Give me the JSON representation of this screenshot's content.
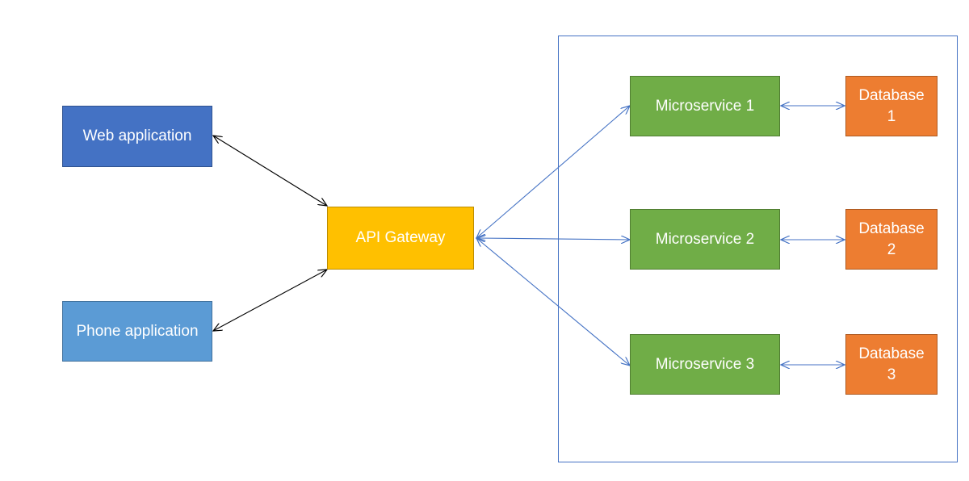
{
  "colors": {
    "web_app": "#4472c4",
    "web_app_border": "#2f528f",
    "phone_app": "#5b9bd5",
    "phone_app_border": "#41719c",
    "gateway": "#ffc000",
    "gateway_border": "#bc8c00",
    "microservice": "#70ad47",
    "microservice_border": "#507e32",
    "database": "#ed7d31",
    "database_border": "#ae5a21",
    "client_arrow": "#000000",
    "service_arrow": "#4472c4",
    "boundary": "#4472c4"
  },
  "clients": {
    "web": {
      "label": "Web application"
    },
    "phone": {
      "label": "Phone application"
    }
  },
  "gateway": {
    "label": "API Gateway"
  },
  "microservices": [
    {
      "label": "Microservice 1"
    },
    {
      "label": "Microservice 2"
    },
    {
      "label": "Microservice 3"
    }
  ],
  "databases": [
    {
      "label": "Database\n1"
    },
    {
      "label": "Database\n2"
    },
    {
      "label": "Database\n3"
    }
  ],
  "connections": [
    {
      "from": "Web application",
      "to": "API Gateway",
      "direction": "both"
    },
    {
      "from": "Phone application",
      "to": "API Gateway",
      "direction": "both"
    },
    {
      "from": "API Gateway",
      "to": "Microservice 1",
      "direction": "both"
    },
    {
      "from": "API Gateway",
      "to": "Microservice 2",
      "direction": "both"
    },
    {
      "from": "API Gateway",
      "to": "Microservice 3",
      "direction": "both"
    },
    {
      "from": "Microservice 1",
      "to": "Database\n1",
      "direction": "both"
    },
    {
      "from": "Microservice 2",
      "to": "Database\n2",
      "direction": "both"
    },
    {
      "from": "Microservice 3",
      "to": "Database\n3",
      "direction": "both"
    }
  ]
}
